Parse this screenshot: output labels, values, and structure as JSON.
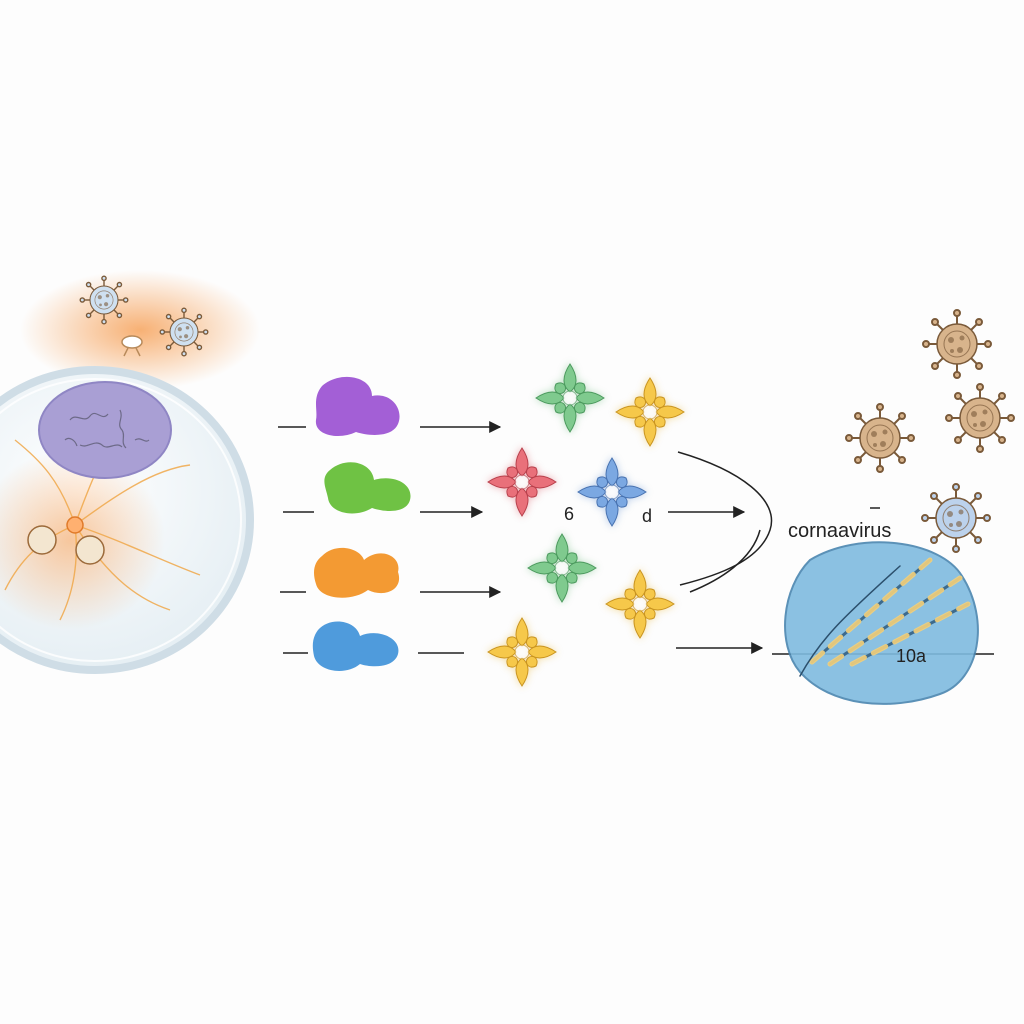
{
  "labels": {
    "virus_label": "cornaavirus",
    "stray_text_a": "6",
    "stray_text_b": "d",
    "host_label": "10a"
  },
  "colors": {
    "cell_membrane": "#dfeaf0",
    "cell_fill": "#f5f9fb",
    "nucleus": "#a99fd4",
    "glow": "#f6a35c",
    "protein_purple": "#a35fd6",
    "protein_green": "#6fc244",
    "protein_orange": "#f39a33",
    "protein_blue": "#4f9bdc",
    "star_green": "#7fca8e",
    "star_yellow": "#f6c84a",
    "star_red": "#e9707a",
    "star_blue": "#7ba8e2",
    "virus_brown": "#c89a6d",
    "virus_blue": "#8fb0d8",
    "host_blob": "#7fbbe0",
    "arrow": "#222222"
  },
  "icons": {
    "virus": "coronavirus-particle-icon",
    "protein": "protein-blob-icon",
    "star": "four-lobed-molecule-icon"
  }
}
